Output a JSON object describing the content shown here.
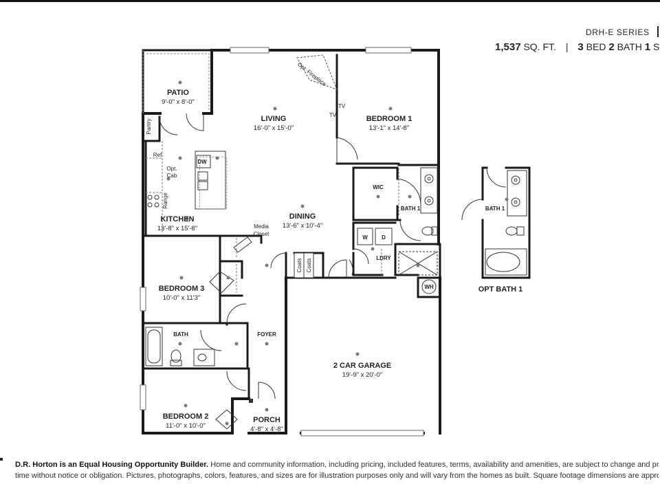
{
  "header": {
    "series": "DRH-E SERIES",
    "sqft_value": "1,537",
    "sqft_unit": "SQ. FT.",
    "beds_value": "3",
    "beds_unit": "BED",
    "baths_value": "2",
    "baths_unit": "BATH",
    "stories_value": "1",
    "stories_unit": "S"
  },
  "rooms": {
    "patio": {
      "name": "PATIO",
      "dims": "9'-0\" x 8'-0\""
    },
    "living": {
      "name": "LIVING",
      "dims": "16'-0\" x 15'-0\""
    },
    "bedroom1": {
      "name": "BEDROOM 1",
      "dims": "13'-1\" x 14'-8\""
    },
    "kitchen": {
      "name": "KITCHEN",
      "dims": "13'-8\" x 15'-8\""
    },
    "dining": {
      "name": "DINING",
      "dims": "13'-6\" x 10'-4\""
    },
    "bedroom3": {
      "name": "BEDROOM 3",
      "dims": "10'-0\" x 11'3\""
    },
    "garage": {
      "name": "2 CAR GARAGE",
      "dims": "19'-9\" x 20'-0\""
    },
    "bedroom2": {
      "name": "BEDROOM 2",
      "dims": "11'-0\" x 10'-0\""
    },
    "porch": {
      "name": "PORCH",
      "dims": "4'-8\" x 4'-8\""
    }
  },
  "labels": {
    "bath": "BATH",
    "foyer": "FOYER",
    "bath1": "BATH 1",
    "wic": "WIC",
    "ldry": "LDRY",
    "washer": "W",
    "dryer": "D",
    "water_heater": "WH",
    "tv_living": "TV",
    "tv_bedroom": "TV",
    "opt_fireplace": "Opt. Fireplace",
    "pantry": "Pantry",
    "ref": "Ref",
    "opt_cab_line1": "Opt.",
    "opt_cab_line2": "Cab",
    "range": "Range",
    "dw": "DW",
    "media_line1": "Media",
    "media_line2": "Closet",
    "coats1": "Coats",
    "coats2": "Coats",
    "opt_bath_room": "BATH 1",
    "opt_bath_caption": "OPT BATH 1"
  },
  "footer": {
    "lead": "D.R. Horton is an Equal Housing Opportunity Builder.",
    "line1_rest": " Home and community information, including pricing, included features, terms, availability and amenities, are subject to change and prior sa",
    "line2": "time without notice or obligation. Pictures, photographs, colors, features, and sizes are for illustration purposes only and will vary from the homes as built. Square footage dimensions are appro"
  }
}
